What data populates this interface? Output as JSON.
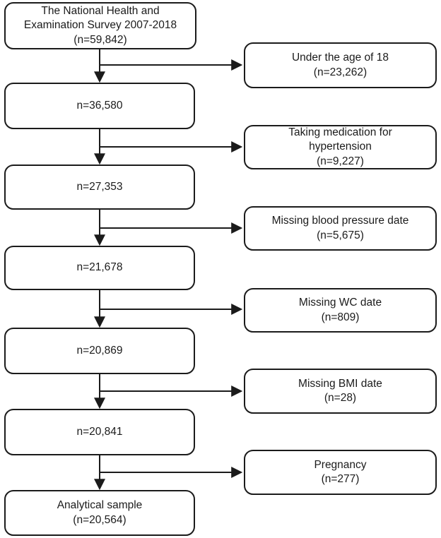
{
  "flowchart": {
    "main_steps": [
      {
        "text": "The National Health and\nExamination Survey 2007-2018\n(n=59,842)"
      },
      {
        "text": "n=36,580"
      },
      {
        "text": "n=27,353"
      },
      {
        "text": "n=21,678"
      },
      {
        "text": "n=20,869"
      },
      {
        "text": "n=20,841"
      },
      {
        "text": "Analytical sample\n(n=20,564)"
      }
    ],
    "exclusions": [
      {
        "text": "Under the age of 18\n(n=23,262)"
      },
      {
        "text": "Taking medication for\nhypertension\n(n=9,227)"
      },
      {
        "text": "Missing blood pressure date\n(n=5,675)"
      },
      {
        "text": "Missing WC date\n(n=809)"
      },
      {
        "text": "Missing BMI date\n(n=28)"
      },
      {
        "text": "Pregnancy\n(n=277)"
      }
    ],
    "colors": {
      "line": "#1b1b1b",
      "box_fill": "#ffffff",
      "background": "#ffffff"
    }
  }
}
